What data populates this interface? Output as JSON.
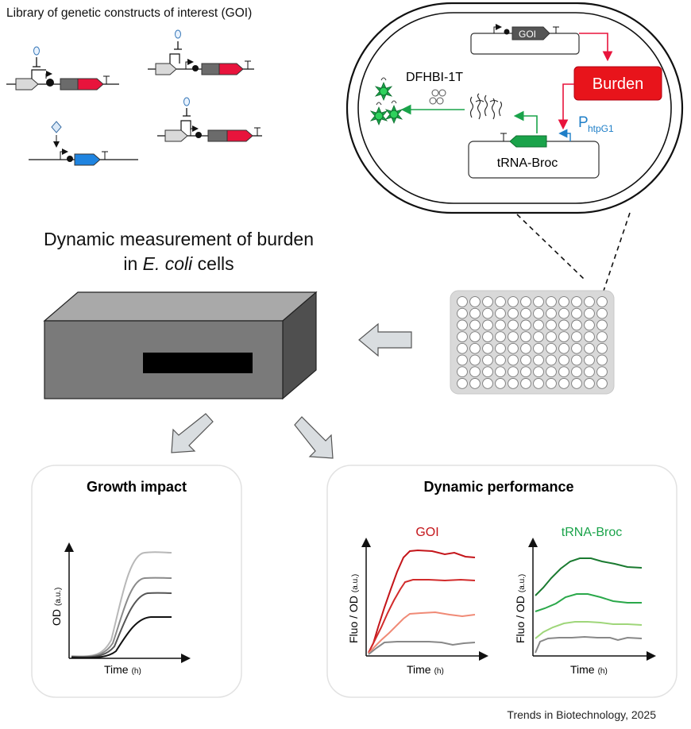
{
  "library_title": "Library of genetic constructs of interest (GOI)",
  "cell": {
    "goi_label": "GOI",
    "burden_label": "Burden",
    "dye_label": "DFHBI-1T",
    "promoter_label": "P",
    "promoter_subscript": "htpG1",
    "reporter_label": "tRNA-Broc"
  },
  "measurement": {
    "title_line1": "Dynamic measurement of burden",
    "title_line2_prefix": "in ",
    "title_line2_italic": "E. coli",
    "title_line2_suffix": " cells"
  },
  "growth_panel": {
    "title": "Growth impact",
    "ylabel": "OD",
    "ylabel_unit": "(a.u.)",
    "xlabel": "Time",
    "xlabel_unit": "(h)"
  },
  "dynamic_panel": {
    "title": "Dynamic performance",
    "goi_chart_title": "GOI",
    "broc_chart_title": "tRNA-Broc",
    "ylabel": "Fluo / OD",
    "ylabel_unit": "(a.u.)",
    "xlabel": "Time",
    "xlabel_unit": "(h)"
  },
  "credit": "Trends in Biotechnology, 2025",
  "colors": {
    "burden_red": "#e8141b",
    "goi_red": "#e8143c",
    "reporter_green": "#1aa34a",
    "promoter_blue": "#1f7fc8",
    "gene_blue": "#1f84e0"
  }
}
